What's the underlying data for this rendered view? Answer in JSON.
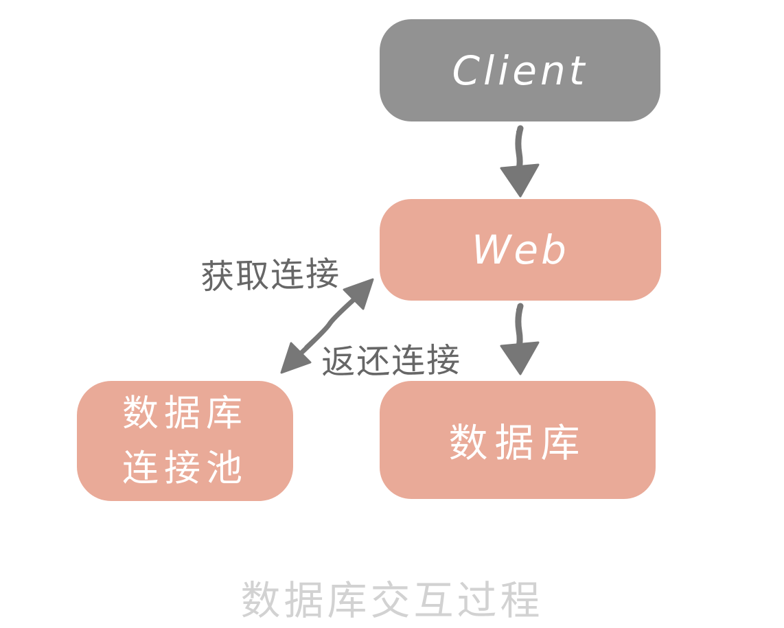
{
  "page": {
    "background": "#ffffff"
  },
  "diagram": {
    "caption": "数据库交互过程",
    "nodes": {
      "client": {
        "label": "Client",
        "fill": "#929292",
        "text_color": "#ffffff"
      },
      "web": {
        "label": "Web",
        "fill": "#e9aa98",
        "text_color": "#ffffff"
      },
      "database": {
        "label": "数据库",
        "fill": "#e9aa98",
        "text_color": "#ffffff"
      },
      "pool": {
        "label": "数据库\n连接池",
        "fill": "#e9aa98",
        "text_color": "#ffffff"
      }
    },
    "edges": {
      "client_to_web": {
        "type": "arrow-down"
      },
      "web_to_database": {
        "type": "arrow-down"
      },
      "pool_web": {
        "type": "double-arrow-diagonal",
        "acquire_label": "获取连接",
        "return_label": "返还连接"
      }
    },
    "colors": {
      "arrow": "#777777",
      "edge_label": "#666666",
      "caption": "#d2d2d2"
    }
  }
}
